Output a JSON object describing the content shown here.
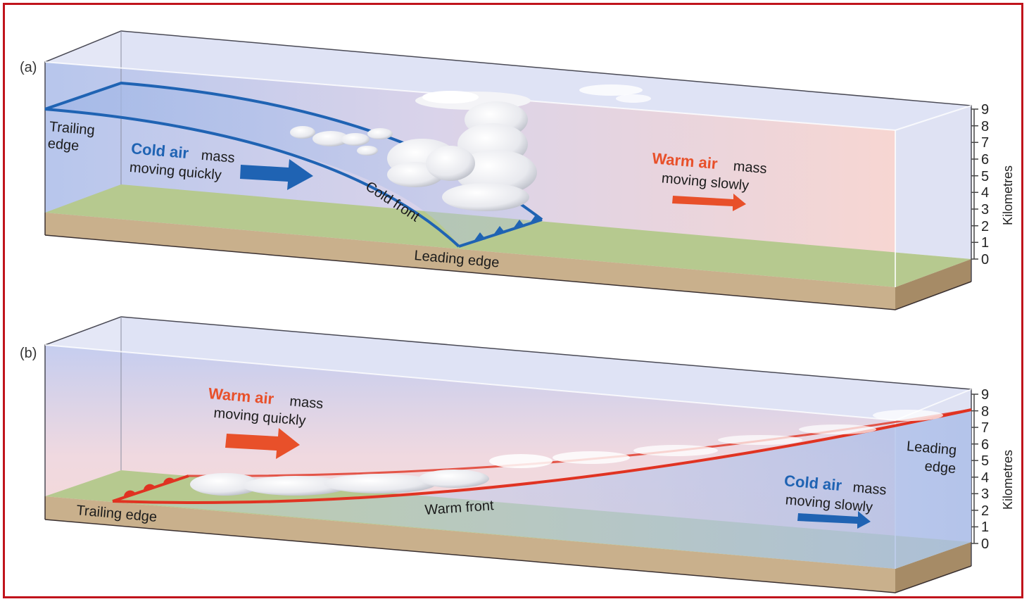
{
  "colors": {
    "border": "#c0141c",
    "cold": "#1f63b3",
    "warm": "#e8502a",
    "ground": "#c9b08c",
    "grass": "#b6c98f"
  },
  "panel_a": {
    "tag": "(a)",
    "trailing_edge_line1": "Trailing",
    "trailing_edge_line2": "edge",
    "cold_air_bold": "Cold air",
    "cold_air_rest": "mass",
    "cold_air_line2": "moving quickly",
    "front_label": "Cold front",
    "leading_edge": "Leading edge",
    "warm_air_bold": "Warm air",
    "warm_air_rest": "mass",
    "warm_air_line2": "moving slowly"
  },
  "panel_b": {
    "tag": "(b)",
    "warm_air_bold": "Warm air",
    "warm_air_rest": "mass",
    "warm_air_line2": "moving quickly",
    "trailing_edge": "Trailing edge",
    "front_label": "Warm front",
    "leading_edge_line1": "Leading",
    "leading_edge_line2": "edge",
    "cold_air_bold": "Cold air",
    "cold_air_rest": "mass",
    "cold_air_line2": "moving slowly"
  },
  "axis": {
    "title": "Kilometres",
    "ticks": [
      "0",
      "1",
      "2",
      "3",
      "4",
      "5",
      "6",
      "7",
      "8",
      "9"
    ]
  }
}
